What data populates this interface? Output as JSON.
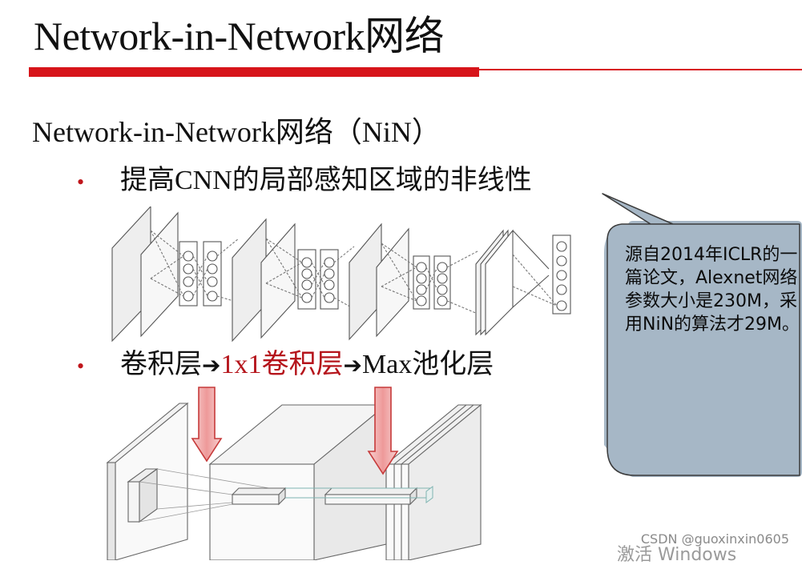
{
  "slide": {
    "title": "Network-in-Network网络",
    "heading": "Network-in-Network网络（NiN）",
    "bullets": [
      {
        "marker": "•",
        "text": "提高CNN的局部感知区域的非线性"
      },
      {
        "marker": "•",
        "parts": [
          "卷积层",
          "➔",
          "1x1卷积层",
          "➔",
          "Max池化层"
        ]
      }
    ],
    "callout": {
      "text": "源自2014年ICLR的一篇论文，Alexnet网络参数大小是230M，采用NiN的算法才29M。",
      "fill_color": "#a6b7c6",
      "border_color": "#3b3b3b"
    },
    "watermark": "CSDN @guoxinxin0605",
    "activate_text": "激活 Windows"
  },
  "colors": {
    "title_rule": "#d7141a",
    "bullet": "#c0161c",
    "emphasis": "#b5141b",
    "arrow_fill": "#f3b7b7",
    "arrow_stroke": "#c63a3a"
  }
}
